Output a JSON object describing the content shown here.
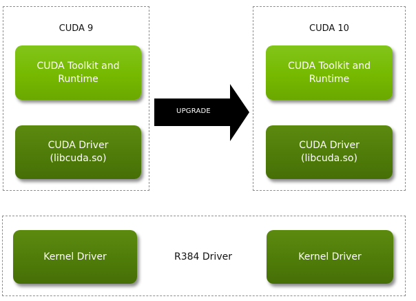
{
  "left_stack": {
    "title": "CUDA 9",
    "toolkit": {
      "line1": "CUDA Toolkit and",
      "line2": "Runtime"
    },
    "driver": {
      "line1": "CUDA Driver",
      "line2": "(libcuda.so)"
    }
  },
  "right_stack": {
    "title": "CUDA 10",
    "toolkit": {
      "line1": "CUDA Toolkit and",
      "line2": "Runtime"
    },
    "driver": {
      "line1": "CUDA Driver",
      "line2": "(libcuda.so)"
    }
  },
  "arrow": {
    "label": "UPGRADE"
  },
  "bottom": {
    "left_box": "Kernel Driver",
    "center_label": "R384 Driver",
    "right_box": "Kernel Driver"
  },
  "colors": {
    "toolkit_green": "#76b900",
    "driver_green": "#4f7c09",
    "arrow_black": "#000000"
  }
}
